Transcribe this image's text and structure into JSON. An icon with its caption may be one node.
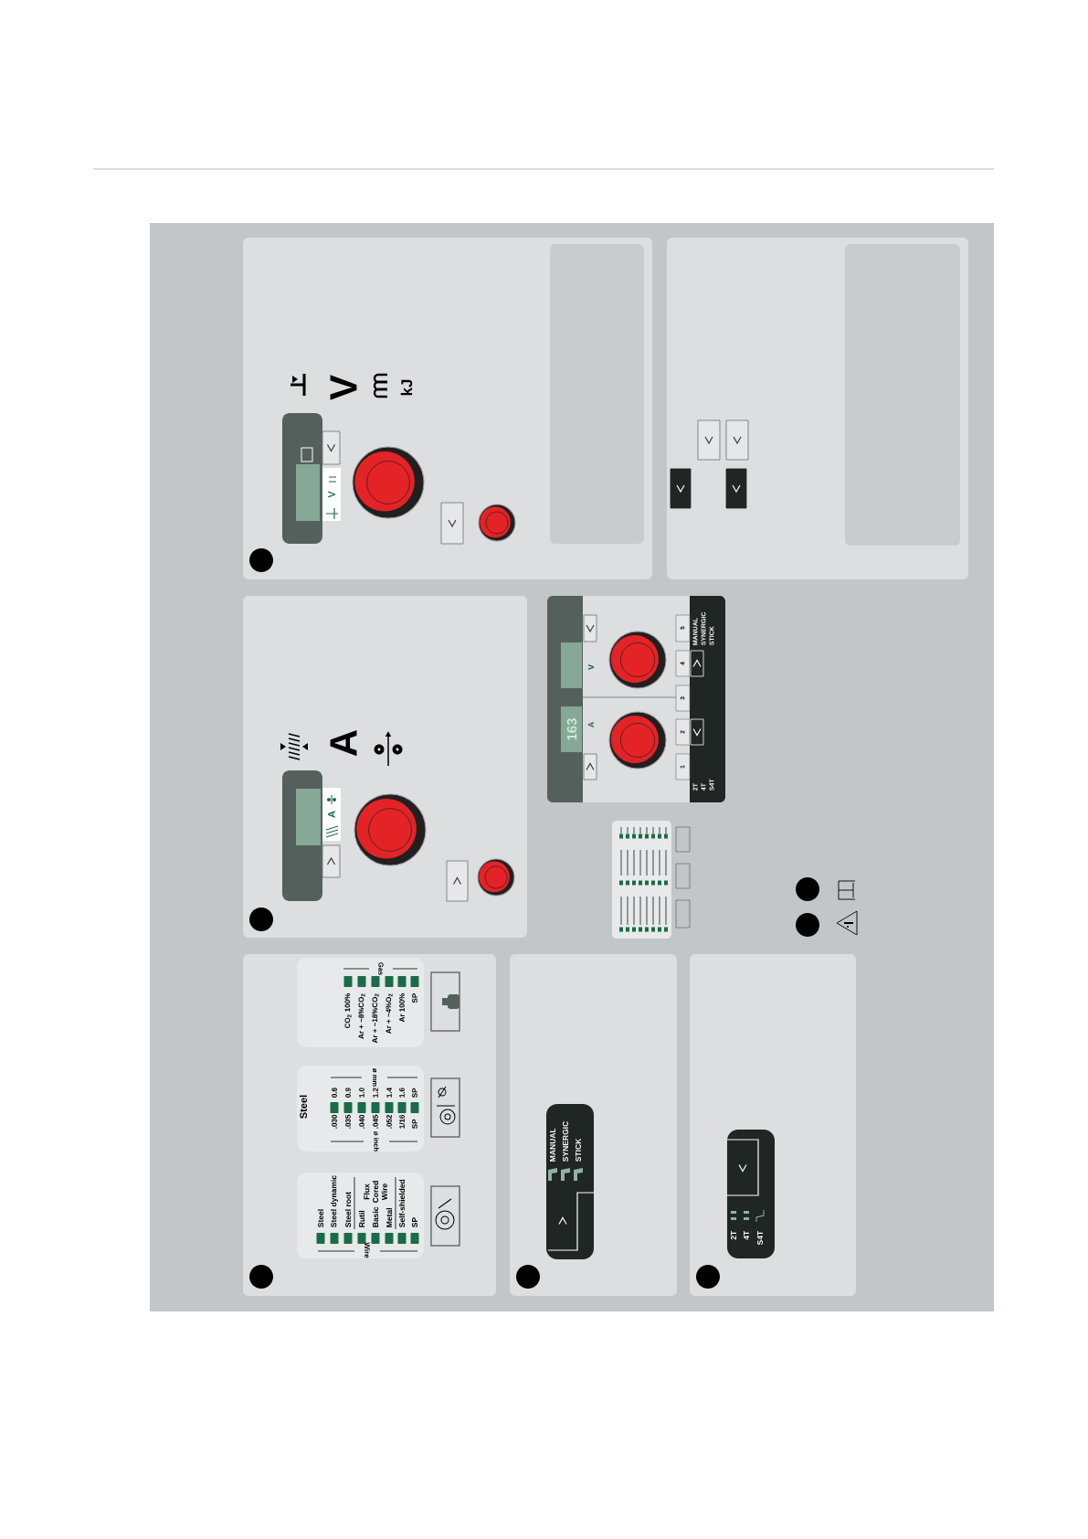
{
  "diagram": {
    "nodes": [
      {
        "text": [
          "Wire",
          "Steel",
          "Steel dynamic",
          "Steel root",
          "Rutil",
          "Basic",
          "Metal",
          "Flux Cored Wire",
          "Self-shielded",
          "SP"
        ]
      },
      {
        "text": [
          "Steel",
          "ø inch",
          ".030",
          ".035",
          ".040",
          ".045",
          ".052",
          "1/16",
          "SP",
          "ø mm",
          "0.8",
          "0.9",
          "1.0",
          "1.2",
          "1.4",
          "1.6",
          "SP"
        ]
      },
      {
        "text": [
          "Gas",
          "CO$_{2}$ 100%",
          "Ar + ~8%CO$_{2}$",
          "Ar + ~18%CO$_{2}$",
          "Ar + ~4%O$_{2}$",
          "Ar 100%",
          "SP"
        ]
      },
      {
        "text": [
          "MANUAL",
          "SYNERGIC",
          "STICK"
        ]
      },
      {
        "text": [
          "2T",
          "4T",
          "S4T"
        ]
      },
      {
        "text": [
          "163",
          "A",
          "V",
          "1",
          "2",
          "3",
          "4",
          "5",
          "2T",
          "4T",
          "S4T",
          "MANUAL",
          "SYNERGIC",
          "STICK"
        ]
      }
    ],
    "labels": [
      "V",
      "kJ",
      "V",
      "A",
      "A"
    ]
  }
}
